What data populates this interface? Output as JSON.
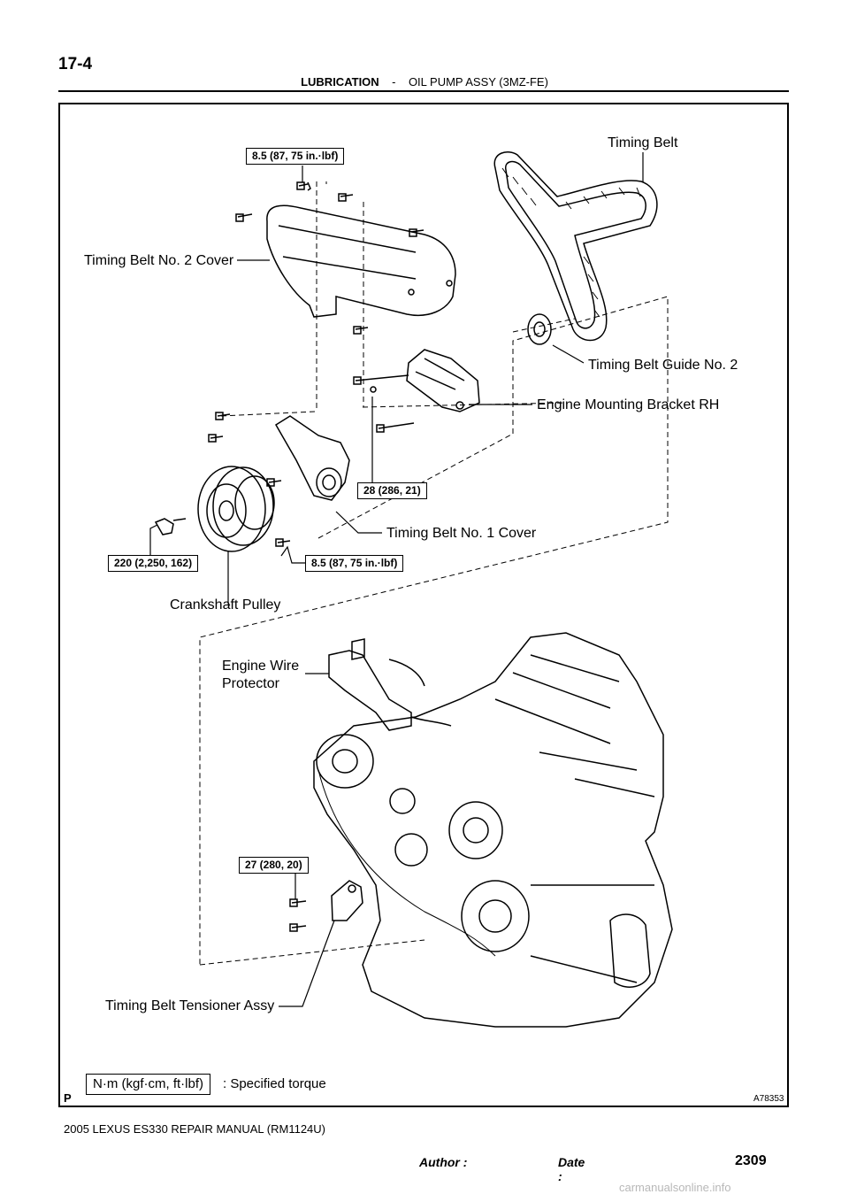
{
  "page": {
    "number": "17-4",
    "section": "LUBRICATION",
    "separator": "-",
    "subsection": "OIL PUMP ASSY (3MZ-FE)"
  },
  "labels": {
    "timing_belt": "Timing Belt",
    "timing_belt_no2_cover": "Timing Belt No. 2 Cover",
    "timing_belt_guide_no2": "Timing Belt Guide No. 2",
    "engine_mounting_bracket_rh": "Engine Mounting Bracket RH",
    "timing_belt_no1_cover": "Timing Belt No. 1 Cover",
    "crankshaft_pulley": "Crankshaft Pulley",
    "engine_wire_protector_line1": "Engine Wire",
    "engine_wire_protector_line2": "Protector",
    "timing_belt_tensioner_assy": "Timing Belt Tensioner Assy"
  },
  "torques": {
    "cover2_bolt": "8.5 (87, 75 in.·lbf)",
    "bracket_bolt": "28 (286, 21)",
    "pulley_bolt": "220 (2,250, 162)",
    "cover1_bolt": "8.5 (87, 75 in.·lbf)",
    "tensioner_bolt": "27 (280, 20)"
  },
  "legend": {
    "unit_box": "N·m (kgf·cm, ft·lbf)",
    "meaning": ": Specified torque"
  },
  "figure": {
    "letter": "P",
    "code": "A78353"
  },
  "footer": {
    "manual": "2005 LEXUS ES330 REPAIR MANUAL   (RM1124U)",
    "author": "Author :",
    "date": "Date :",
    "page": "2309"
  },
  "watermark": "carmanualsonline.info"
}
